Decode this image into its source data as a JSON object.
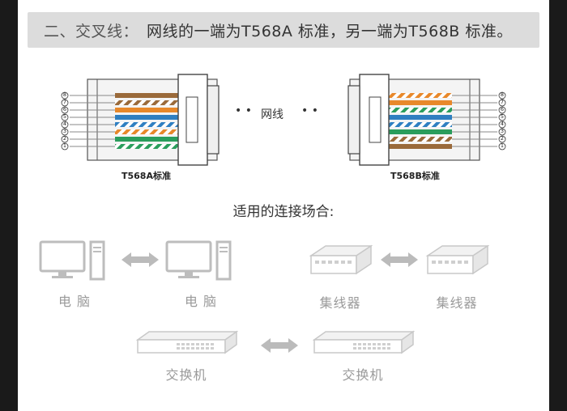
{
  "banner": {
    "section": "二、交叉线：",
    "text": "网线的一端为T568A 标准，另一端为T568B 标准。"
  },
  "diagram": {
    "left_label": "T568A标准",
    "right_label": "T568B标准",
    "cable_label": "网线",
    "left_pin_numbers": [
      "8",
      "7",
      "6",
      "5",
      "4",
      "3",
      "2",
      "1"
    ],
    "right_pin_numbers": [
      "8",
      "7",
      "6",
      "5",
      "4",
      "3",
      "2",
      "1"
    ]
  },
  "scenarios_title": "适用的连接场合:",
  "pairs": [
    {
      "left": "电  脑",
      "right": "电  脑",
      "left_icon": "computer-icon",
      "right_icon": "computer-icon"
    },
    {
      "left": "集线器",
      "right": "集线器",
      "left_icon": "hub-icon",
      "right_icon": "hub-icon"
    },
    {
      "left": "交换机",
      "right": "交换机",
      "left_icon": "switch-icon",
      "right_icon": "switch-icon"
    }
  ],
  "colors": {
    "orange": "#e8882a",
    "green": "#2a9d5c",
    "blue": "#2f7fc1",
    "brown": "#9a6a3a",
    "icon_gray": "#c8c8c8",
    "arrow_gray": "#bbbbbb"
  }
}
